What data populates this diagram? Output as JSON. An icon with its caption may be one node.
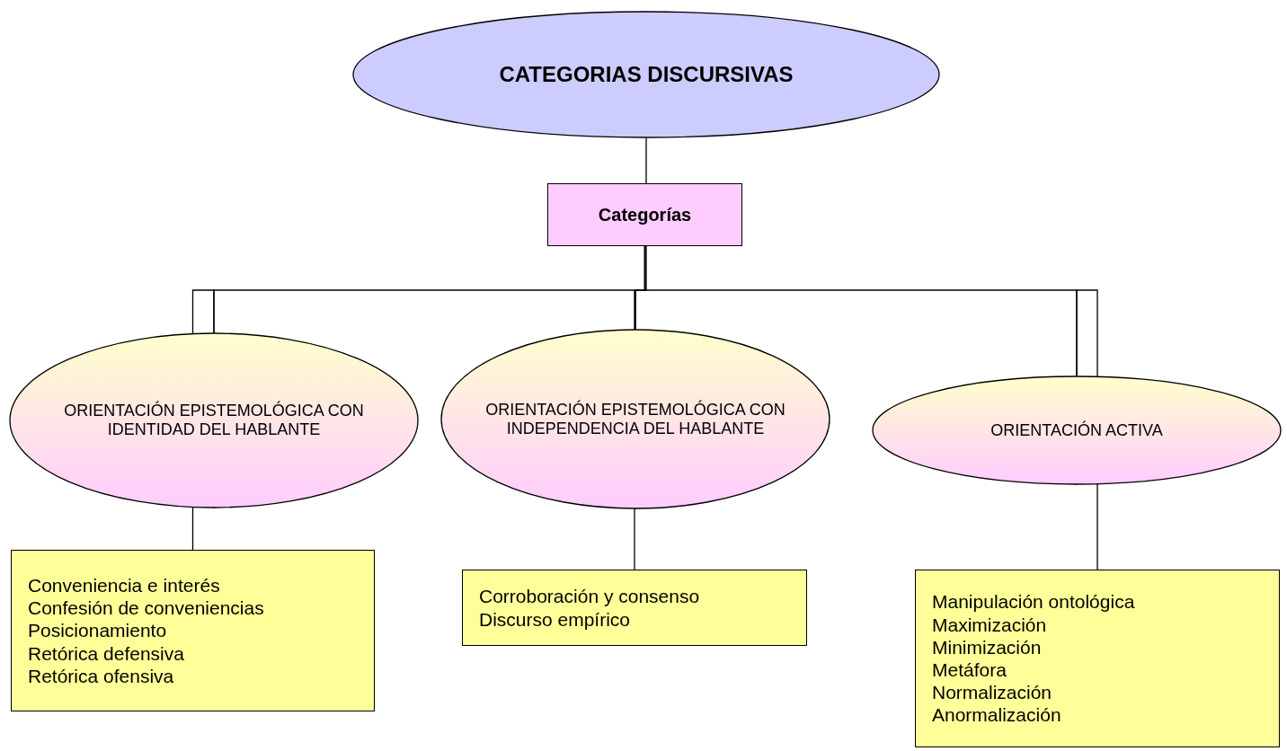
{
  "diagram": {
    "nodes": [
      {
        "text": [
          "CATEGORIAS DISCURSIVAS"
        ]
      },
      {
        "text": [
          "Categorías"
        ]
      },
      {
        "text": [
          "ORIENTACIÓN EPISTEMOLÓGICA CON IDENTIDAD DEL HABLANTE"
        ]
      },
      {
        "text": [
          "ORIENTACIÓN EPISTEMOLÓGICA CON INDEPENDENCIA DEL HABLANTE"
        ]
      },
      {
        "text": [
          "ORIENTACIÓN ACTIVA"
        ]
      },
      {
        "text": [
          "Conveniencia e interés",
          "Confesión de conveniencias",
          "Posicionamiento",
          "Retórica defensiva",
          "Retórica ofensiva"
        ]
      },
      {
        "text": [
          "Corroboración y consenso",
          "Discurso empírico"
        ]
      },
      {
        "text": [
          "Manipulación ontológica",
          "Maximización",
          "Minimización",
          "Metáfora",
          "Normalización",
          "Anormalización"
        ]
      }
    ],
    "edges": [
      {
        "from": 0,
        "to": 1,
        "arrow": "none"
      },
      {
        "from": 1,
        "to": 2,
        "arrow": "none"
      },
      {
        "from": 1,
        "to": 3,
        "arrow": "none"
      },
      {
        "from": 1,
        "to": 4,
        "arrow": "none"
      },
      {
        "from": 2,
        "to": 5,
        "arrow": "none"
      },
      {
        "from": 3,
        "to": 6,
        "arrow": "none"
      },
      {
        "from": 4,
        "to": 7,
        "arrow": "none"
      }
    ]
  }
}
